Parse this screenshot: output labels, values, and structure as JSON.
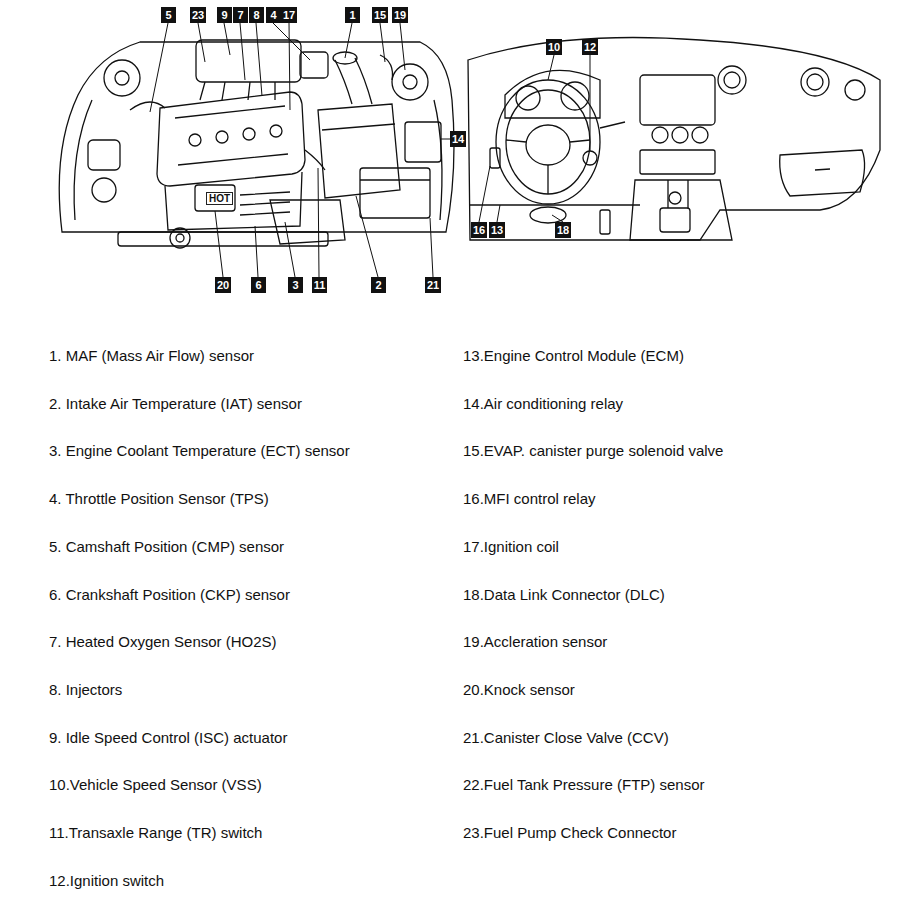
{
  "diagram": {
    "nodes": [
      {
        "text": [
          "5"
        ]
      },
      {
        "text": [
          "23"
        ]
      },
      {
        "text": [
          "9"
        ]
      },
      {
        "text": [
          "7"
        ]
      },
      {
        "text": [
          "8"
        ]
      },
      {
        "text": [
          "4"
        ]
      },
      {
        "text": [
          "17"
        ]
      },
      {
        "text": [
          "1"
        ]
      },
      {
        "text": [
          "15"
        ]
      },
      {
        "text": [
          "19"
        ]
      },
      {
        "text": [
          "10"
        ]
      },
      {
        "text": [
          "12"
        ]
      },
      {
        "text": [
          "14"
        ]
      },
      {
        "text": [
          "16"
        ]
      },
      {
        "text": [
          "13"
        ]
      },
      {
        "text": [
          "18"
        ]
      },
      {
        "text": [
          "20"
        ]
      },
      {
        "text": [
          "6"
        ]
      },
      {
        "text": [
          "3"
        ]
      },
      {
        "text": [
          "11"
        ]
      },
      {
        "text": [
          "2"
        ]
      },
      {
        "text": [
          "21"
        ]
      }
    ],
    "labels": [
      "1. MAF (Mass Air Flow) sensor",
      "2. Intake Air Temperature (IAT) sensor",
      "3. Engine Coolant Temperature (ECT) sensor",
      "4. Throttle Position Sensor (TPS)",
      "5. Camshaft Position (CMP) sensor",
      "6. Crankshaft Position (CKP) sensor",
      "7. Heated Oxygen Sensor (HO2S)",
      "8. Injectors",
      "9. Idle Speed Control (ISC) actuator",
      "10.Vehicle Speed Sensor (VSS)",
      "11.Transaxle Range (TR) switch",
      "12.Ignition switch",
      "13.Engine Control Module (ECM)",
      "14.Air conditioning relay",
      "15.EVAP. canister purge solenoid valve",
      "16.MFI control relay",
      "17.Ignition coil",
      "18.Data Link Connector (DLC)",
      "19.Accleration sensor",
      "20.Knock sensor",
      "21.Canister Close Valve (CCV)",
      "22.Fuel Tank Pressure (FTP) sensor",
      "23.Fuel Pump Check Connector",
      "HOT"
    ]
  }
}
